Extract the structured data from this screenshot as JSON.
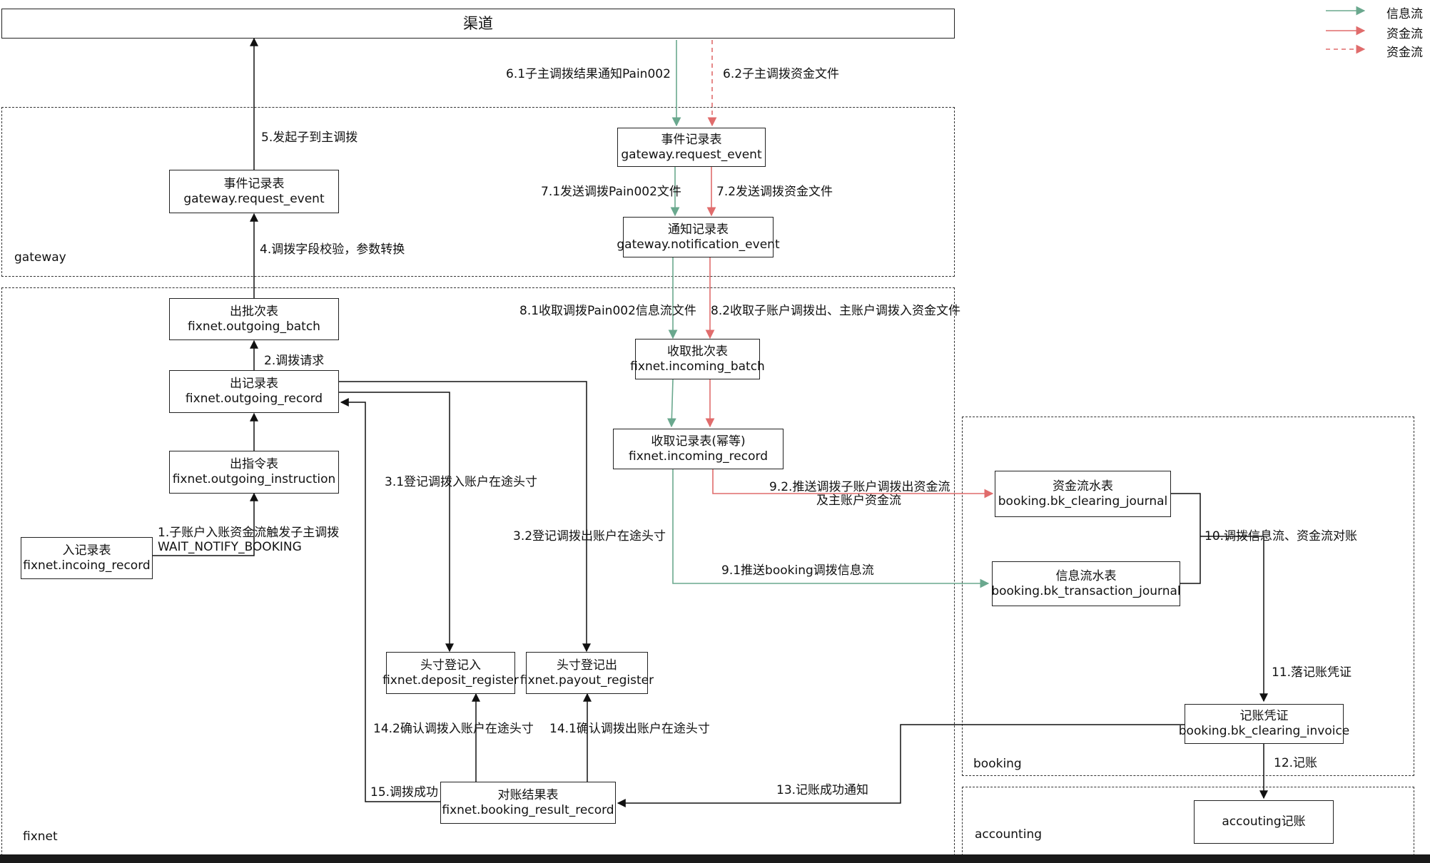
{
  "colors": {
    "info": "#6aa88e",
    "fund": "#e06c6c",
    "line": "#111111"
  },
  "legend": [
    {
      "label": "信息流",
      "style": "solid",
      "color": "#6aa88e"
    },
    {
      "label": "资金流",
      "style": "solid",
      "color": "#e06c6c"
    },
    {
      "label": "资金流",
      "style": "dashed",
      "color": "#e06c6c"
    }
  ],
  "regions": {
    "gateway": "gateway",
    "fixnet": "fixnet",
    "booking": "booking",
    "accounting": "accounting"
  },
  "nodes": {
    "channel": {
      "title": "渠道"
    },
    "gw_event_left": {
      "title": "事件记录表",
      "table": "gateway.request_event"
    },
    "gw_event_right": {
      "title": "事件记录表",
      "table": "gateway.request_event"
    },
    "gw_notification": {
      "title": "通知记录表",
      "table": "gateway.notification_event"
    },
    "outgoing_batch": {
      "title": "出批次表",
      "table": "fixnet.outgoing_batch"
    },
    "outgoing_record": {
      "title": "出记录表",
      "table": "fixnet.outgoing_record"
    },
    "outgoing_instruction": {
      "title": "出指令表",
      "table": "fixnet.outgoing_instruction"
    },
    "incoming_record_in": {
      "title": "入记录表",
      "table": "fixnet.incoing_record"
    },
    "incoming_batch": {
      "title": "收取批次表",
      "table": "fixnet.incoming_batch"
    },
    "incoming_record": {
      "title": "收取记录表(幂等)",
      "table": "fixnet.incoming_record"
    },
    "deposit_register": {
      "title": "头寸登记入",
      "table": "fixnet.deposit_register"
    },
    "payout_register": {
      "title": "头寸登记出",
      "table": "fixnet.payout_register"
    },
    "booking_result": {
      "title": "对账结果表",
      "table": "fixnet.booking_result_record"
    },
    "clearing_journal": {
      "title": "资金流水表",
      "table": "booking.bk_clearing_journal"
    },
    "transaction_journal": {
      "title": "信息流水表",
      "table": "booking.bk_transaction_journal"
    },
    "clearing_invoice": {
      "title": "记账凭证",
      "table": "booking.bk_clearing_invoice"
    },
    "accounting": {
      "title": "accouting记账"
    }
  },
  "edges": {
    "e1a": "1.子账户入账资金流触发子主调拨",
    "e1b": "WAIT_NOTIFY_BOOKING",
    "e2": "2.调拨请求",
    "e31": "3.1登记调拨入账户在途头寸",
    "e32": "3.2登记调拨出账户在途头寸",
    "e4": "4.调拨字段校验，参数转换",
    "e5": "5.发起子到主调拨",
    "e61": "6.1子主调拨结果通知Pain002",
    "e62": "6.2子主调拨资金文件",
    "e71": "7.1发送调拨Pain002文件",
    "e72": "7.2发送调拨资金文件",
    "e81": "8.1收取调拨Pain002信息流文件",
    "e82": "8.2收取子账户调拨出、主账户调拨入资金文件",
    "e91": "9.1推送booking调拨信息流",
    "e92a": "9.2.推送调拨子账户调拨出资金流",
    "e92b": "及主账户资金流",
    "e10": "10.调拨信息流、资金流对账",
    "e11": "11.落记账凭证",
    "e12": "12.记账",
    "e13": "13.记账成功通知",
    "e141": "14.1确认调拨出账户在途头寸",
    "e142": "14.2确认调拨入账户在途头寸",
    "e15": "15.调拨成功"
  }
}
